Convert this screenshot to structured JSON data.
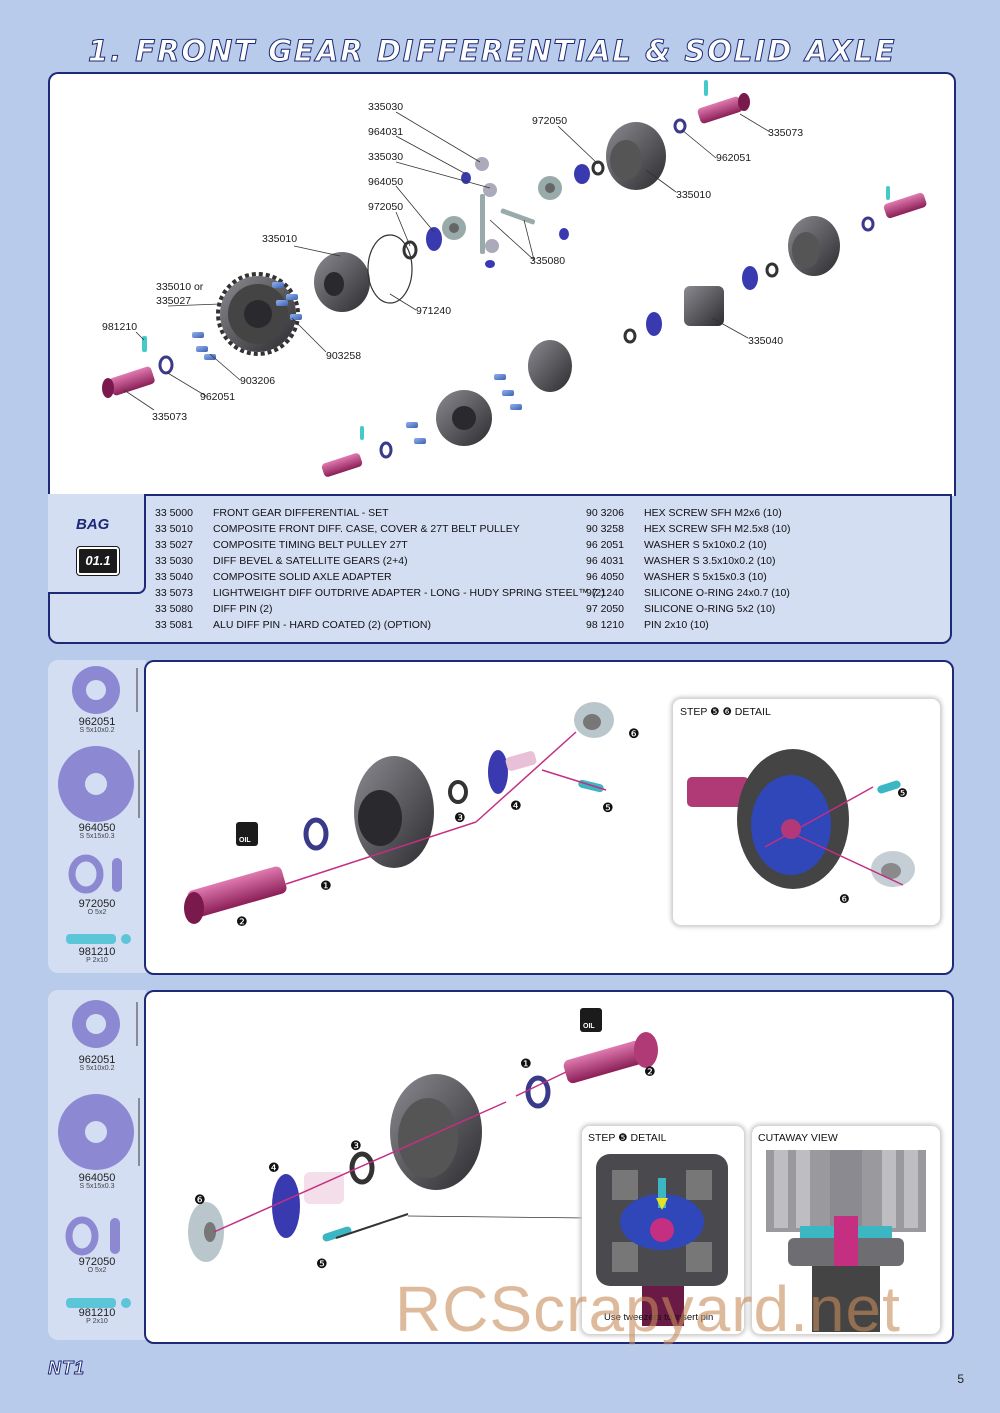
{
  "title": "1. FRONT GEAR DIFFERENTIAL & SOLID AXLE",
  "exploded_labels": [
    "335030",
    "964031",
    "335030",
    "964050",
    "972050",
    "335010",
    "335010 or",
    "335027",
    "981210",
    "335073",
    "962051",
    "903206",
    "903258",
    "971240",
    "335080",
    "972050",
    "335073",
    "962051",
    "335010",
    "335040"
  ],
  "bag": {
    "label": "BAG",
    "number": "01.1"
  },
  "parts_left": [
    {
      "code": "33 5000",
      "desc": "FRONT GEAR DIFFERENTIAL - SET"
    },
    {
      "code": "33 5010",
      "desc": "COMPOSITE FRONT DIFF. CASE, COVER & 27T BELT PULLEY"
    },
    {
      "code": "33 5027",
      "desc": "COMPOSITE TIMING BELT PULLEY 27T"
    },
    {
      "code": "33 5030",
      "desc": "DIFF BEVEL & SATELLITE GEARS (2+4)"
    },
    {
      "code": "33 5040",
      "desc": "COMPOSITE SOLID AXLE ADAPTER"
    },
    {
      "code": "33 5073",
      "desc": "LIGHTWEIGHT DIFF OUTDRIVE ADAPTER - LONG - HUDY SPRING STEEL™ (2)"
    },
    {
      "code": "33 5080",
      "desc": "DIFF PIN (2)"
    },
    {
      "code": "33 5081",
      "desc": "ALU DIFF PIN - HARD COATED (2) (OPTION)"
    }
  ],
  "parts_right": [
    {
      "code": "90 3206",
      "desc": "HEX SCREW SFH M2x6  (10)"
    },
    {
      "code": "90 3258",
      "desc": "HEX SCREW SFH M2.5x8  (10)"
    },
    {
      "code": "96 2051",
      "desc": "WASHER S 5x10x0.2  (10)"
    },
    {
      "code": "96 4031",
      "desc": "WASHER S 3.5x10x0.2  (10)"
    },
    {
      "code": "96 4050",
      "desc": "WASHER S 5x15x0.3  (10)"
    },
    {
      "code": "97 1240",
      "desc": "SILICONE O-RING 24x0.7  (10)"
    },
    {
      "code": "97 2050",
      "desc": "SILICONE O-RING 5x2  (10)"
    },
    {
      "code": "98 1210",
      "desc": "PIN 2x10  (10)"
    }
  ],
  "side_parts": [
    {
      "num": "962051",
      "spec": "S 5x10x0.2"
    },
    {
      "num": "964050",
      "spec": "S 5x15x0.3"
    },
    {
      "num": "972050",
      "spec": "O 5x2"
    },
    {
      "num": "981210",
      "spec": "P 2x10"
    }
  ],
  "step1": {
    "detail_title": "STEP ❺ ❻ DETAIL",
    "oil": "OIL"
  },
  "step2": {
    "detail_title": "STEP ❺ DETAIL",
    "cutaway_title": "CUTAWAY VIEW",
    "caption": "Use tweezers to insert pin",
    "oil": "OIL"
  },
  "step_numbers": [
    "❶",
    "❷",
    "❸",
    "❹",
    "❺",
    "❻"
  ],
  "footer": {
    "logo": "NT1",
    "page": "5",
    "watermark": "RCScrapyard.net"
  },
  "colors": {
    "frame": "#1e2a78",
    "panel_bg": "#d3def3",
    "accent": "#c42f82",
    "washer": "#8c88d2",
    "part_dark": "#4a4a4e"
  }
}
